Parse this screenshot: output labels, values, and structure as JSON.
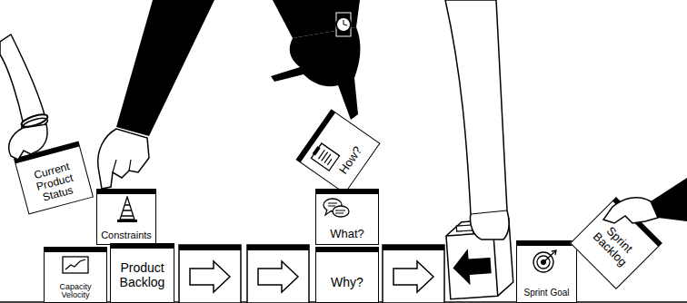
{
  "diagram": {
    "nodes": [
      {
        "text": [
          "Current Product Status"
        ]
      },
      {
        "text": [
          "Constraints"
        ]
      },
      {
        "text": [
          "Capacity Velocity"
        ]
      },
      {
        "text": [
          "Product Backlog"
        ]
      },
      {
        "text": [
          "How?"
        ]
      },
      {
        "text": [
          "What?"
        ]
      },
      {
        "text": [
          "Why?"
        ]
      },
      {
        "text": [
          "Sprint Goal"
        ]
      },
      {
        "text": [
          "Sprint Backlog"
        ]
      }
    ]
  }
}
